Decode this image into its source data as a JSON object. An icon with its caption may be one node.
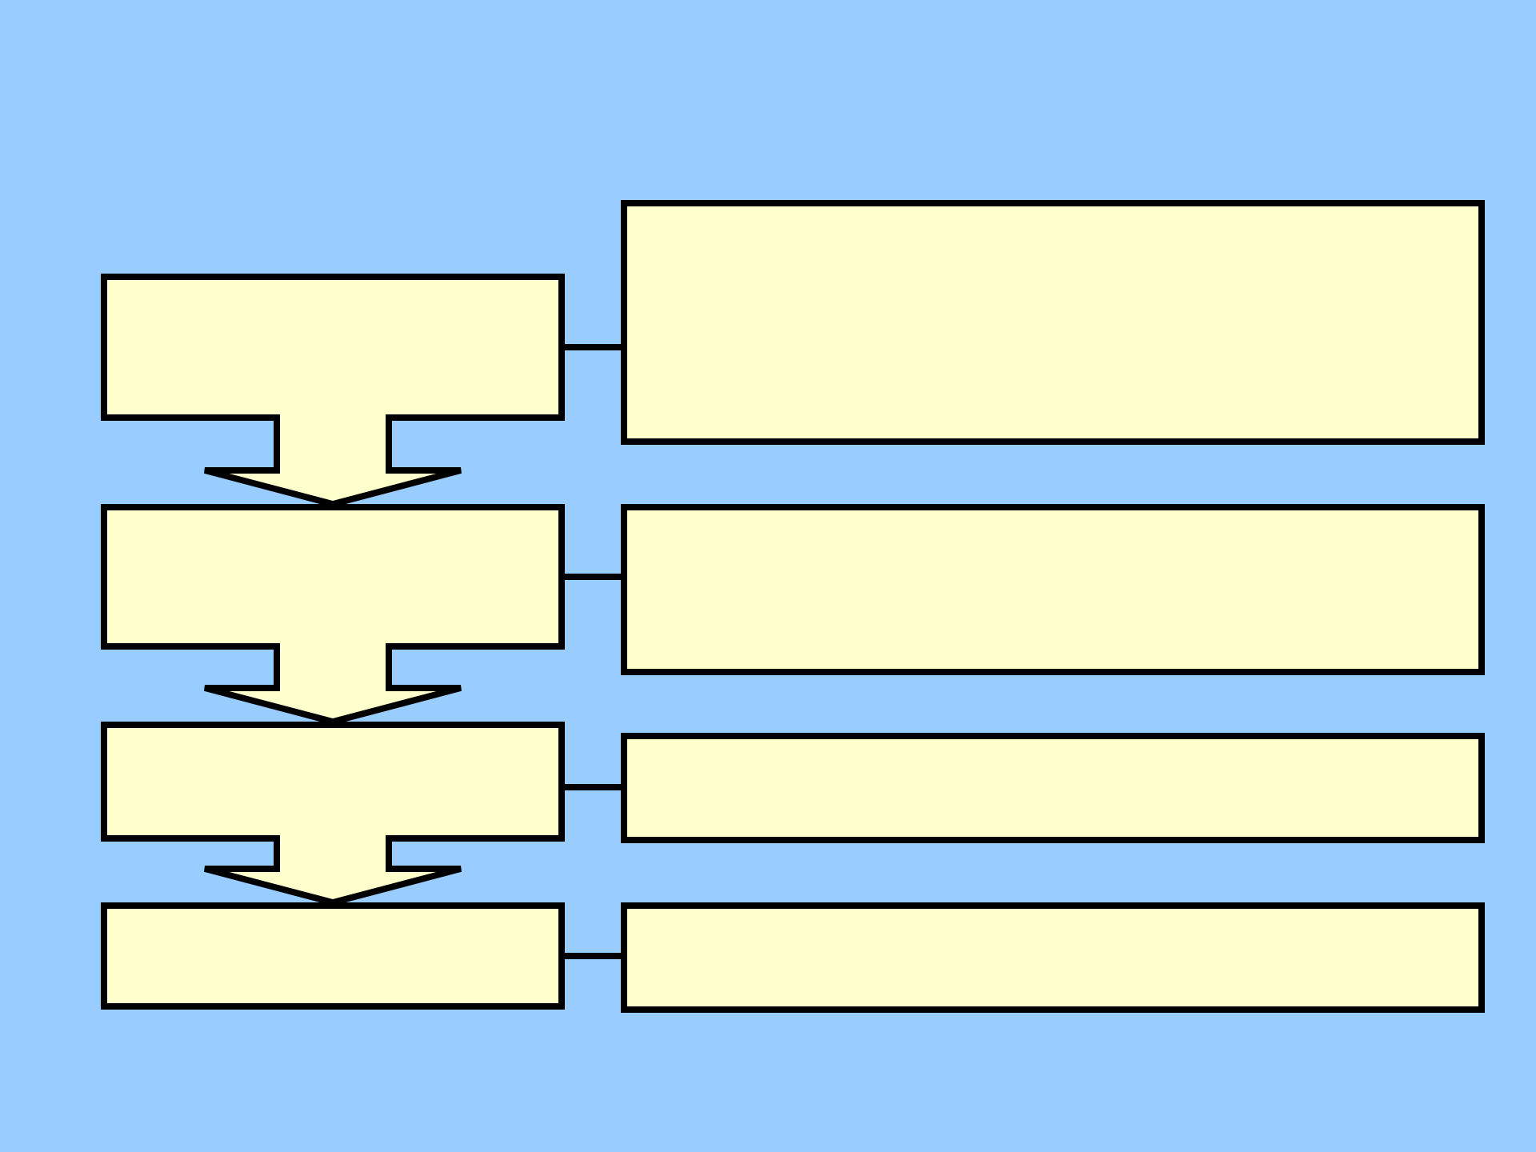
{
  "diagram": {
    "nodes": [
      {
        "text": [],
        "shape": "box"
      },
      {
        "text": [],
        "shape": "box"
      },
      {
        "text": [],
        "shape": "box"
      },
      {
        "text": [],
        "shape": "box"
      },
      {
        "text": [],
        "shape": "box"
      },
      {
        "text": [],
        "shape": "box"
      },
      {
        "text": [],
        "shape": "box"
      },
      {
        "text": [],
        "shape": "box"
      }
    ],
    "edges": [
      {
        "from": 0,
        "to": 2,
        "arrow": "to",
        "style": "thick"
      },
      {
        "from": 2,
        "to": 4,
        "arrow": "to",
        "style": "thick"
      },
      {
        "from": 4,
        "to": 6,
        "arrow": "to",
        "style": "thick"
      },
      {
        "from": 0,
        "to": 1,
        "arrow": "none"
      },
      {
        "from": 2,
        "to": 3,
        "arrow": "none"
      },
      {
        "from": 4,
        "to": 5,
        "arrow": "none"
      },
      {
        "from": 6,
        "to": 7,
        "arrow": "none"
      }
    ]
  }
}
